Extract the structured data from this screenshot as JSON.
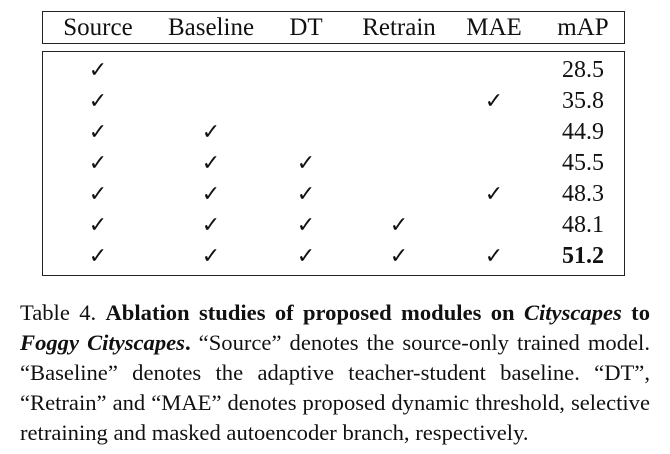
{
  "table": {
    "columns": [
      "Source",
      "Baseline",
      "DT",
      "Retrain",
      "MAE",
      "mAP"
    ],
    "check_glyph": "✓",
    "rows": [
      {
        "checks": [
          true,
          false,
          false,
          false,
          false
        ],
        "mAP": "28.5",
        "bold": false
      },
      {
        "checks": [
          true,
          false,
          false,
          false,
          true
        ],
        "mAP": "35.8",
        "bold": false
      },
      {
        "checks": [
          true,
          true,
          false,
          false,
          false
        ],
        "mAP": "44.9",
        "bold": false
      },
      {
        "checks": [
          true,
          true,
          true,
          false,
          false
        ],
        "mAP": "45.5",
        "bold": false
      },
      {
        "checks": [
          true,
          true,
          true,
          false,
          true
        ],
        "mAP": "48.3",
        "bold": false
      },
      {
        "checks": [
          true,
          true,
          true,
          true,
          false
        ],
        "mAP": "48.1",
        "bold": false
      },
      {
        "checks": [
          true,
          true,
          true,
          true,
          true
        ],
        "mAP": "51.2",
        "bold": true
      }
    ]
  },
  "caption": {
    "label": "Table 4. ",
    "bold_a": "Ablation studies of proposed modules on ",
    "italic_a": "Cityscapes",
    "bold_b": " to ",
    "italic_b": "Foggy Cityscapes",
    "bold_c": ".",
    "text": "  “Source” denotes the source-only trained model. “Baseline” denotes the adaptive teacher-student baseline. “DT”, “Retrain” and “MAE” denotes proposed dynamic threshold, selective retraining and masked autoencoder branch, respectively."
  }
}
